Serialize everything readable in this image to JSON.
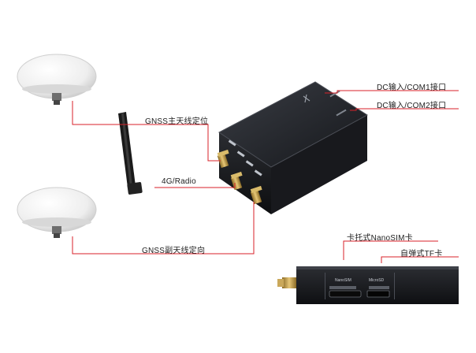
{
  "labels": {
    "dc_com1": "DC输入/COM1接口",
    "dc_com2": "DC输入/COM2接口",
    "gnss_main": "GNSS主天线定位",
    "radio": "4G/Radio",
    "gnss_aux": "GNSS副天线定向",
    "nanosim": "卡托式NanoSIM卡",
    "tf_card": "自弹式TF卡"
  },
  "panel_text": {
    "nanosim": "NanoSIM",
    "microsd": "MicroSD"
  },
  "colors": {
    "leader": "#d9222a",
    "device": "#1b1d22",
    "antenna": "#f4f4f4",
    "connector": "#c8a24a"
  }
}
